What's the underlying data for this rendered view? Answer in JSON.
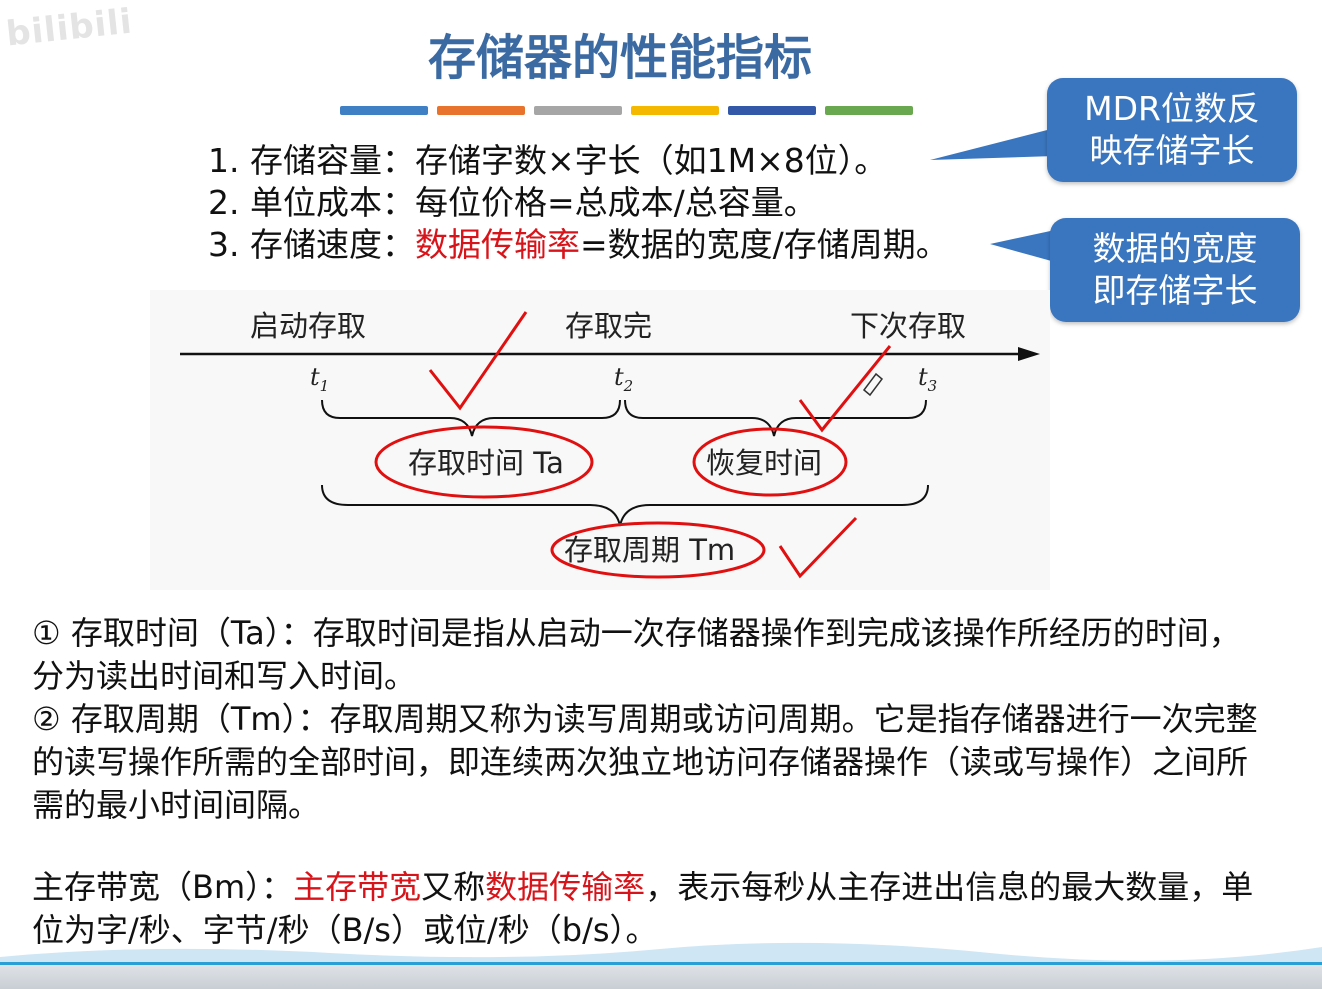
{
  "watermark": "bilibili",
  "title": "存储器的性能指标",
  "colors": {
    "title": "#3b6aa3",
    "accent_red": "#d7141a",
    "callout_bg": "#3a76bf",
    "bar": [
      "#3f7fc4",
      "#e8732d",
      "#a6a6a6",
      "#f5b800",
      "#3358a8",
      "#6aa84f"
    ]
  },
  "points": [
    {
      "num": "1.",
      "label": "存储容量：",
      "text": "存储字数×字长（如1M×8位）。"
    },
    {
      "num": "2.",
      "label": "单位成本：",
      "text": "每位价格=总成本/总容量。"
    },
    {
      "num": "3.",
      "label": "存储速度：",
      "red": "数据传输率",
      "text": "=数据的宽度/存储周期。"
    }
  ],
  "callouts": {
    "mdr_line1": "MDR位数反",
    "mdr_line2": "映存储字长",
    "width_line1": "数据的宽度",
    "width_line2": "即存储字长"
  },
  "diagram": {
    "start": "启动存取",
    "done": "存取完",
    "next": "下次存取",
    "t": "t",
    "t1": "1",
    "t2": "2",
    "t3": "3",
    "access_time": "存取时间 Ta",
    "recovery_time": "恢复时间",
    "cycle": "存取周期 Tm"
  },
  "desc": {
    "p1": "① 存取时间（Ta）：存取时间是指从启动一次存储器操作到完成该操作所经历的时间，分为读出时间和写入时间。",
    "p2": "② 存取周期（Tm）：存取周期又称为读写周期或访问周期。它是指存储器进行一次完整的读写操作所需的全部时间，即连续两次独立地访问存储器操作（读或写操作）之间所需的最小时间间隔。"
  },
  "bandwidth": {
    "a": "主存带宽（Bm）：",
    "b_red": "主存带宽",
    "c": "又称",
    "d_red": "数据传输率",
    "e": "，表示每秒从主存进出信息的最大数量，单位为字/秒、字节/秒（B/s）或位/秒（b/s）。"
  }
}
